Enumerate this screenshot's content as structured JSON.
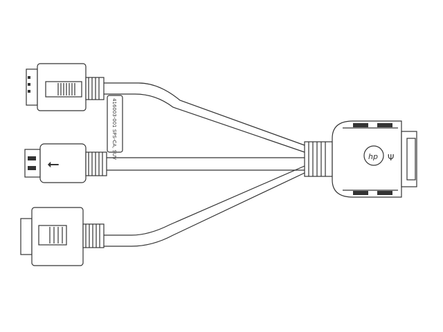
{
  "cable_label": "416003-001 SPS-CA, SUV",
  "colors": {
    "line": "#333333",
    "background": "#ffffff"
  },
  "connectors": [
    "vga-female-top",
    "usb-a-female",
    "vga-female-bottom",
    "main-connector"
  ]
}
